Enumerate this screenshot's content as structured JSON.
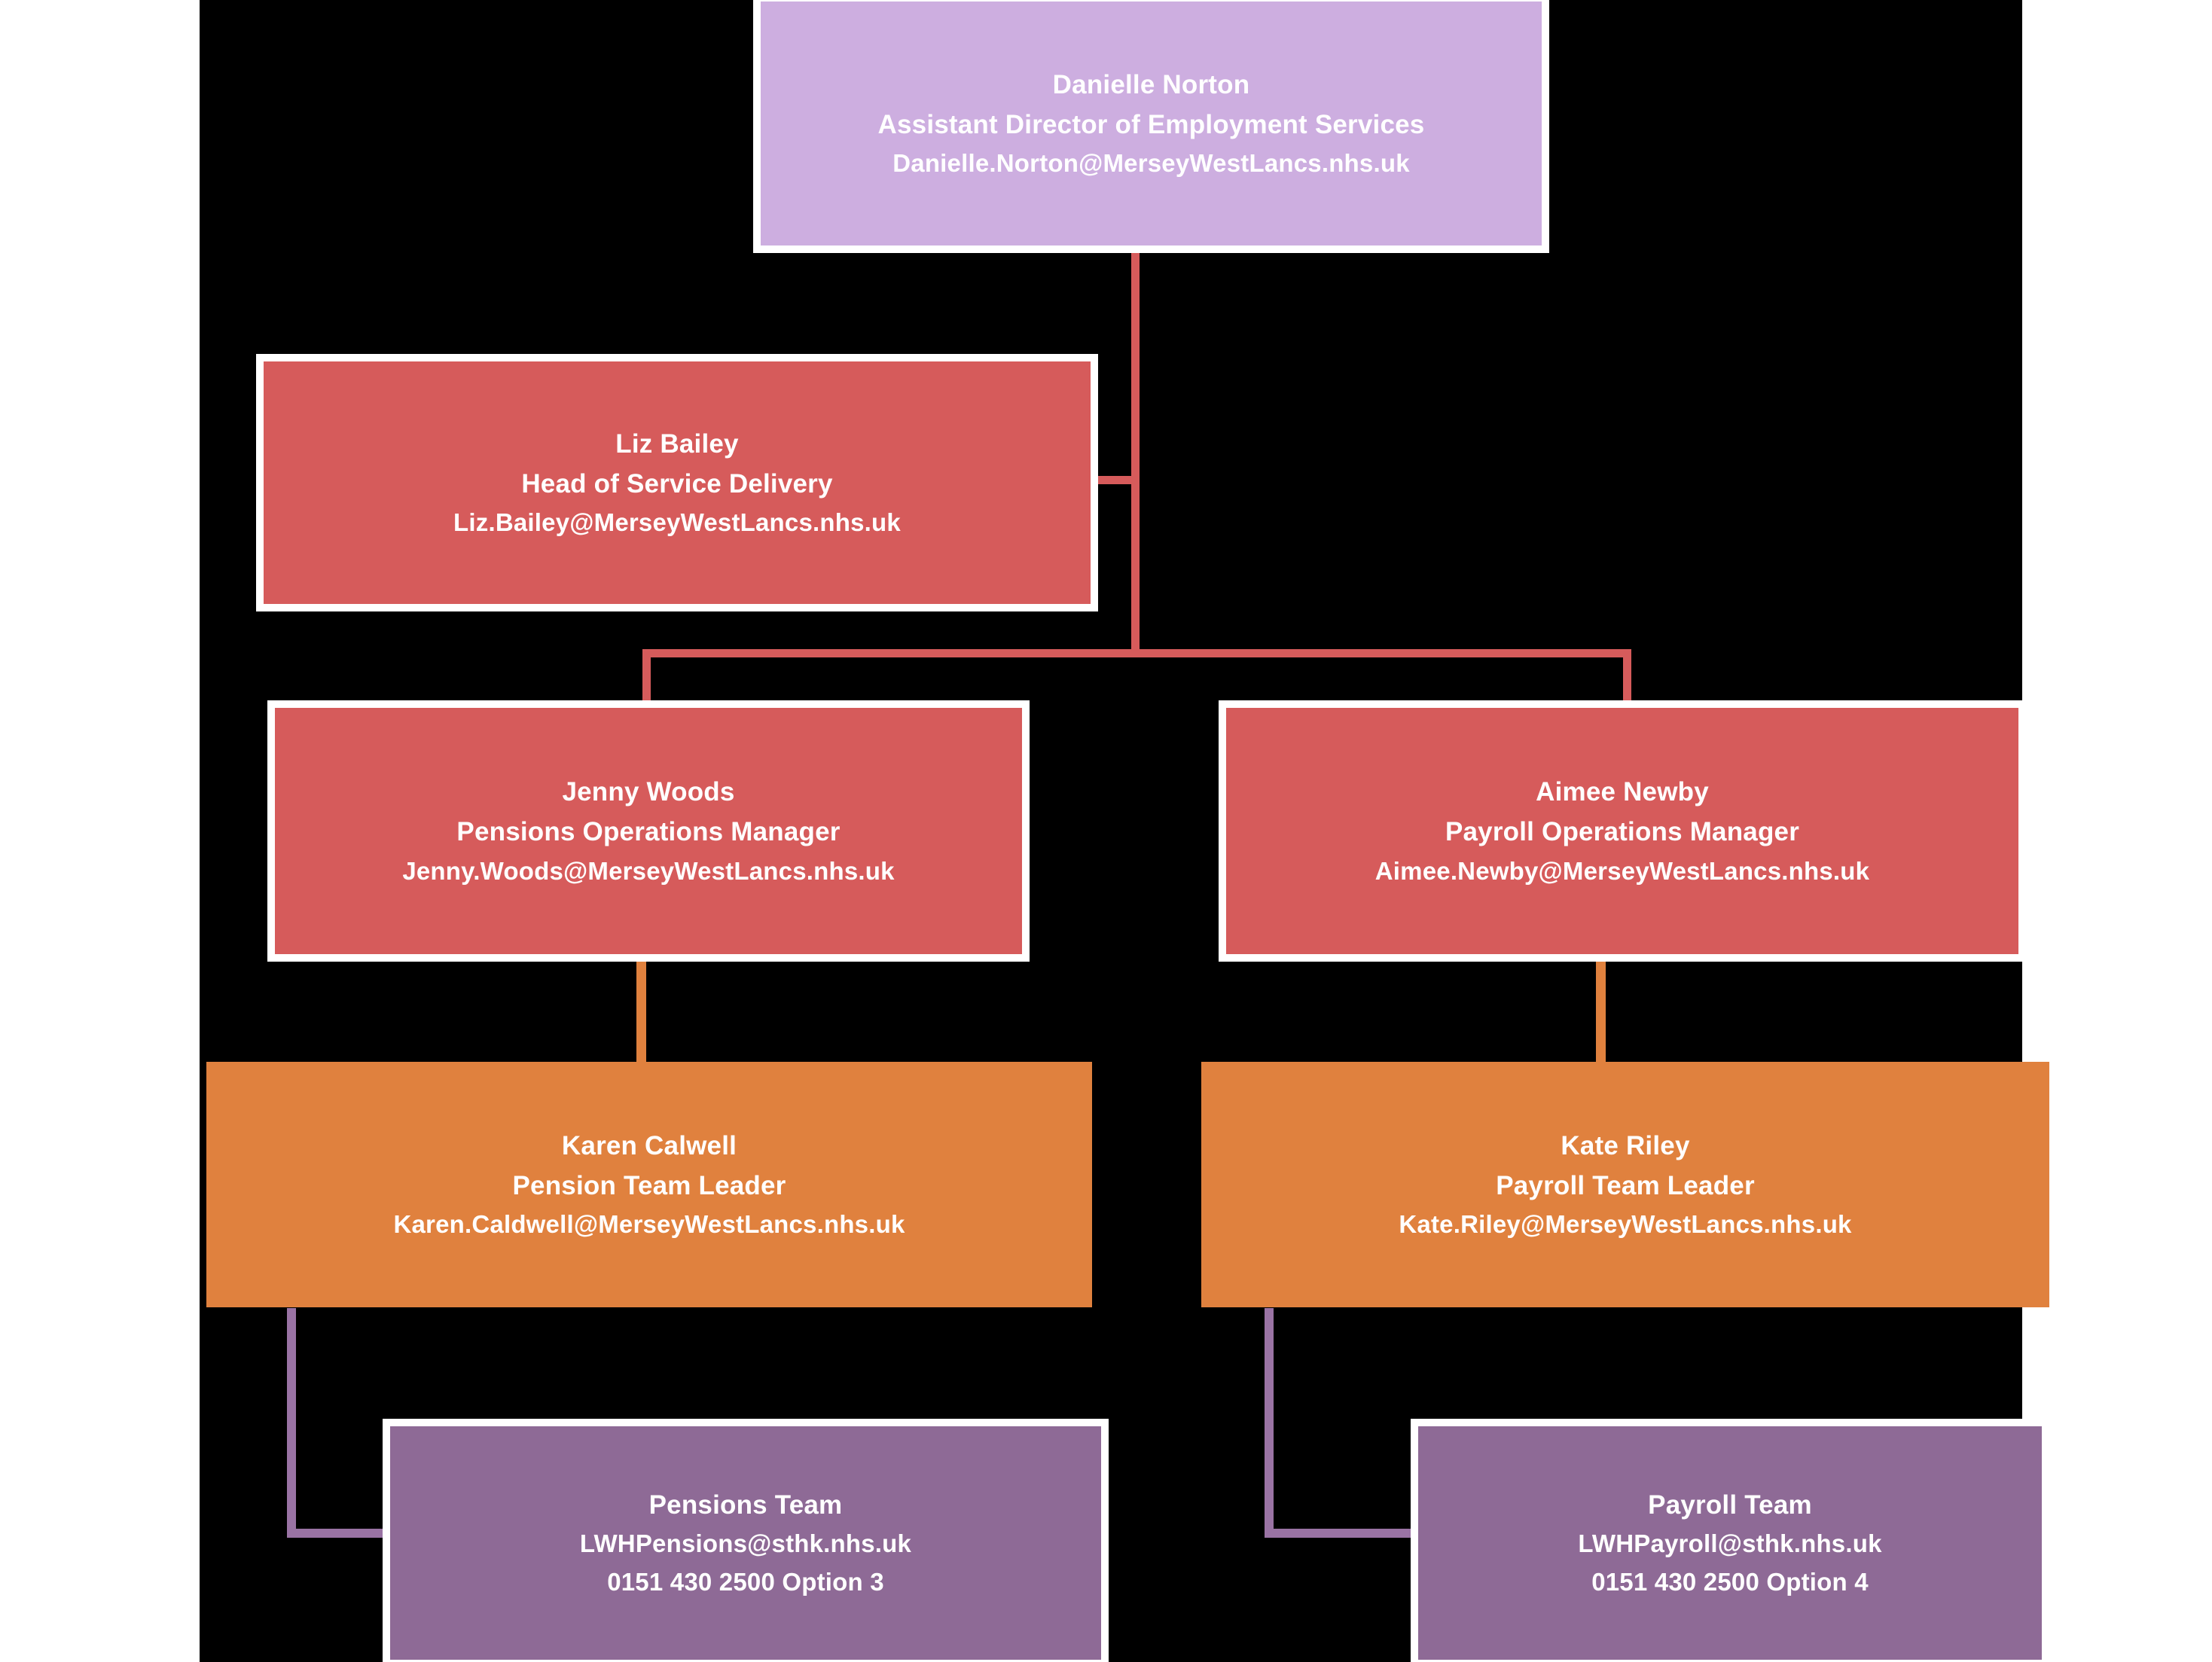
{
  "chart": {
    "type": "org-chart",
    "title": "Employment Services Organisation Chart",
    "background_color": "#000000",
    "page_background_color": "#ffffff"
  },
  "palette": {
    "lavender": "#CDAEE0",
    "red": "#D65B5B",
    "orange": "#E0813E",
    "purple": "#8E6A96",
    "connector_red": "#D65B5B",
    "connector_orange": "#E0813E",
    "connector_purple": "#9A73A4",
    "border": "#FFFFFF",
    "text": "#FFFFFF"
  },
  "nodes": {
    "danielle_norton": {
      "name": "Danielle Norton",
      "role": "Assistant Director of Employment Services",
      "email": "Danielle.Norton@MerseyWestLancs.nhs.uk",
      "color": "lavender",
      "level": 1
    },
    "liz_bailey": {
      "name": "Liz Bailey",
      "role": "Head of Service Delivery",
      "email": "Liz.Bailey@MerseyWestLancs.nhs.uk",
      "color": "red",
      "level": 2
    },
    "jenny_woods": {
      "name": "Jenny Woods",
      "role": "Pensions Operations Manager",
      "email": "Jenny.Woods@MerseyWestLancs.nhs.uk",
      "color": "red",
      "level": 3
    },
    "aimee_newby": {
      "name": "Aimee Newby",
      "role": "Payroll Operations Manager",
      "email": "Aimee.Newby@MerseyWestLancs.nhs.uk",
      "color": "red",
      "level": 3
    },
    "karen_calwell": {
      "name": "Karen Calwell",
      "role": "Pension Team Leader",
      "email": "Karen.Caldwell@MerseyWestLancs.nhs.uk",
      "color": "orange",
      "level": 4
    },
    "kate_riley": {
      "name": "Kate Riley",
      "role": "Payroll Team Leader",
      "email": "Kate.Riley@MerseyWestLancs.nhs.uk",
      "color": "orange",
      "level": 4
    },
    "pensions_team": {
      "name": "Pensions Team",
      "email": "LWHPensions@sthk.nhs.uk",
      "phone": "0151 430 2500 Option 3",
      "color": "purple",
      "level": 5
    },
    "payroll_team": {
      "name": "Payroll Team",
      "email": "LWHPayroll@sthk.nhs.uk",
      "phone": "0151 430 2500 Option 4",
      "color": "purple",
      "level": 5
    }
  },
  "edges": [
    {
      "from": "danielle_norton",
      "to": "liz_bailey",
      "color": "#D65B5B"
    },
    {
      "from": "liz_bailey",
      "to": "jenny_woods",
      "color": "#D65B5B"
    },
    {
      "from": "liz_bailey",
      "to": "aimee_newby",
      "color": "#D65B5B"
    },
    {
      "from": "jenny_woods",
      "to": "karen_calwell",
      "color": "#E0813E"
    },
    {
      "from": "aimee_newby",
      "to": "kate_riley",
      "color": "#E0813E"
    },
    {
      "from": "karen_calwell",
      "to": "pensions_team",
      "color": "#9A73A4"
    },
    {
      "from": "kate_riley",
      "to": "payroll_team",
      "color": "#9A73A4"
    }
  ]
}
